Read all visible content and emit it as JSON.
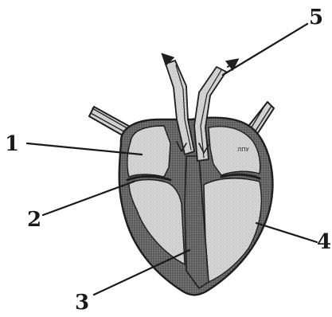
{
  "diagram": {
    "subject": "heart-longitudinal-section",
    "background_color": "#ffffff",
    "wall_color": "#5f5f5f",
    "chamber_color": "#d6d6d6",
    "ink_color": "#1a1a1a",
    "labels": [
      {
        "id": "1",
        "text": "1"
      },
      {
        "id": "2",
        "text": "2"
      },
      {
        "id": "3",
        "text": "3"
      },
      {
        "id": "4",
        "text": "4"
      },
      {
        "id": "5",
        "text": "5"
      }
    ],
    "chamber_annotation": "ЛПУ"
  }
}
